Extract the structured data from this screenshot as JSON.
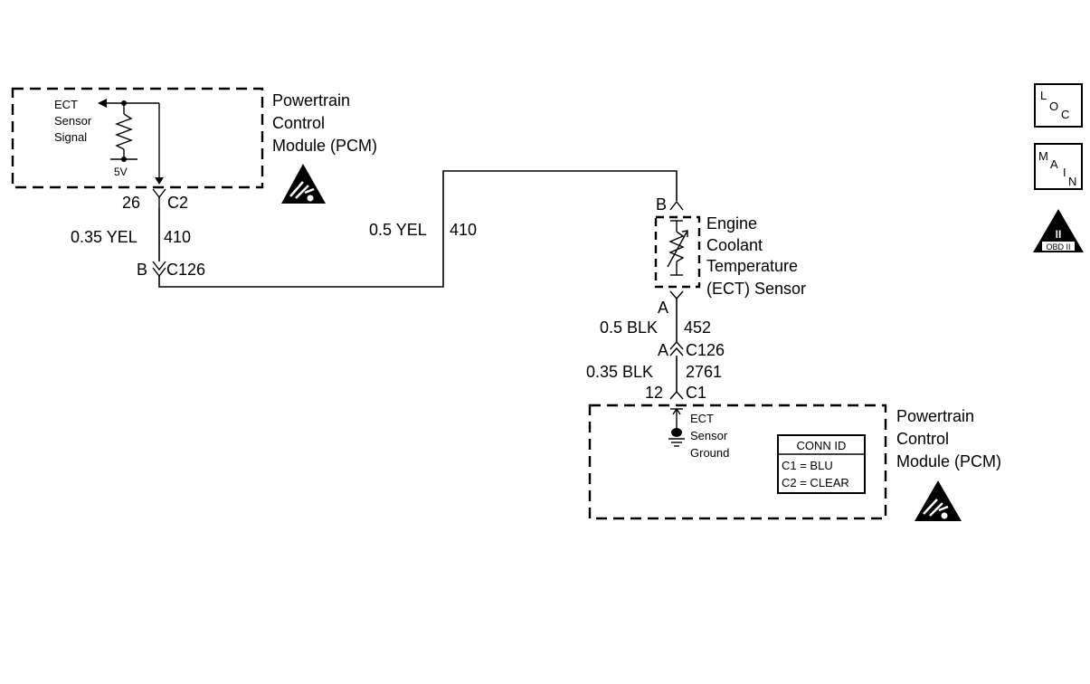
{
  "pcm_top": {
    "title_lines": [
      "Powertrain",
      "Control",
      "Module (PCM)"
    ],
    "signal_label_lines": [
      "ECT",
      "Sensor",
      "Signal"
    ],
    "voltage_label": "5V"
  },
  "pcm_bottom": {
    "title_lines": [
      "Powertrain",
      "Control",
      "Module (PCM)"
    ],
    "ground_label_lines": [
      "ECT",
      "Sensor",
      "Ground"
    ],
    "conn_id": {
      "header": "CONN ID",
      "rows": [
        "C1 = BLU",
        "C2 = CLEAR"
      ]
    }
  },
  "sensor": {
    "name_lines": [
      "Engine",
      "Coolant",
      "Temperature",
      "(ECT) Sensor"
    ],
    "pin_top": "B",
    "pin_bottom": "A"
  },
  "connectors": {
    "c2": {
      "pin": "26",
      "name": "C2"
    },
    "c126_left": {
      "pin": "B",
      "name": "C126"
    },
    "c126_right": {
      "pin": "A",
      "name": "C126"
    },
    "c1": {
      "pin": "12",
      "name": "C1"
    }
  },
  "wires": {
    "left_vertical": {
      "gauge_color": "0.35 YEL",
      "circuit": "410"
    },
    "middle_vertical": {
      "gauge_color": "0.5 YEL",
      "circuit": "410"
    },
    "sensor_ground": {
      "gauge_color": "0.5 BLK",
      "circuit": "452"
    },
    "pcm_ground": {
      "gauge_color": "0.35 BLK",
      "circuit": "2761"
    }
  },
  "icons": {
    "loc": {
      "letters": [
        "L",
        "O",
        "C"
      ]
    },
    "main": {
      "letters": [
        "M",
        "A",
        "I",
        "N"
      ]
    },
    "obd": {
      "numeral": "II",
      "label": "OBD II"
    }
  }
}
